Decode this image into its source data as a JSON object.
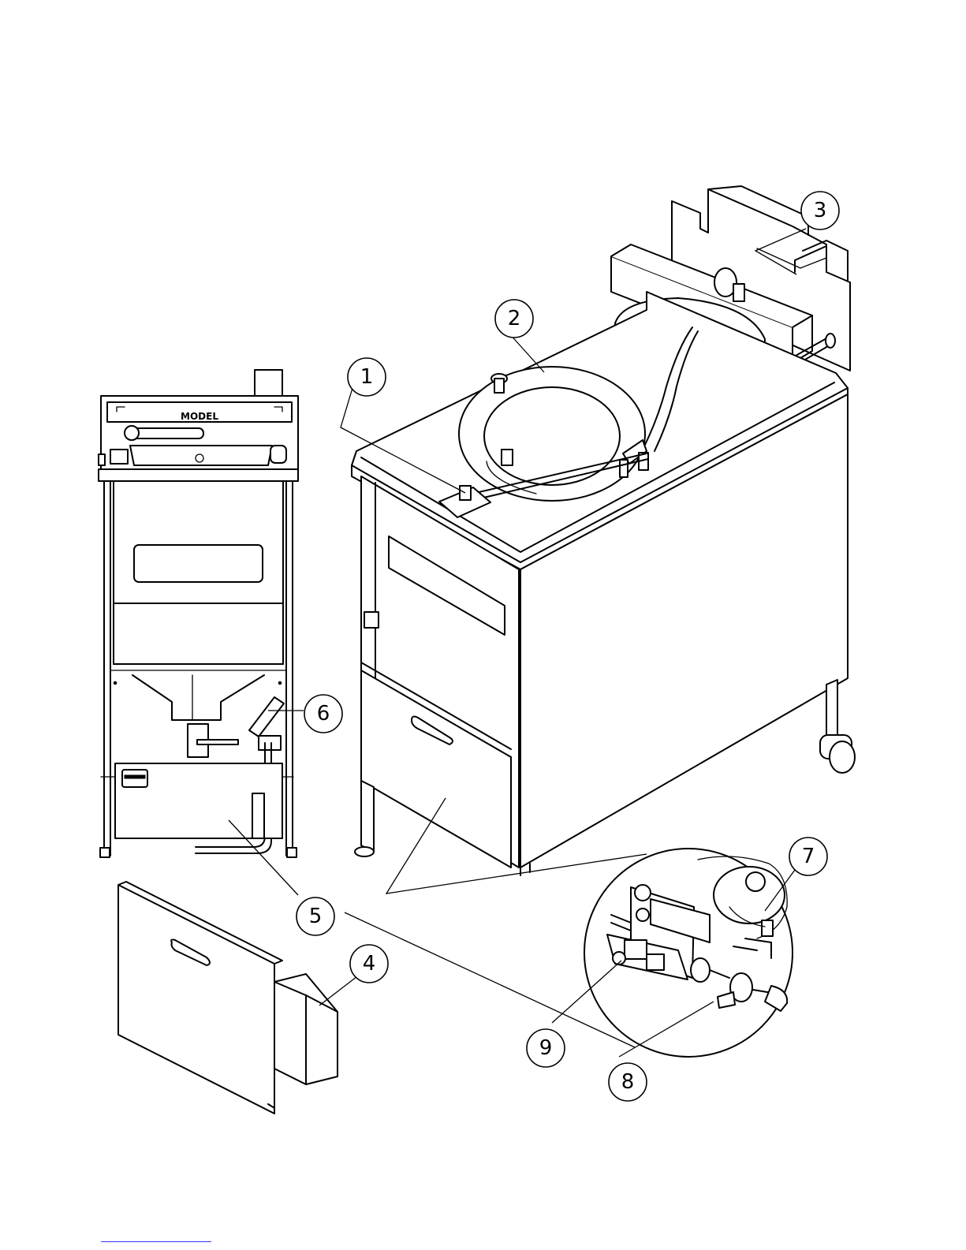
{
  "front_view": {
    "model_label": "MODEL"
  },
  "callouts": [
    {
      "id": "1",
      "label": "1"
    },
    {
      "id": "2",
      "label": "2"
    },
    {
      "id": "3",
      "label": "3"
    },
    {
      "id": "4",
      "label": "4"
    },
    {
      "id": "5",
      "label": "5"
    },
    {
      "id": "6",
      "label": "6"
    },
    {
      "id": "7",
      "label": "7"
    },
    {
      "id": "8",
      "label": "8"
    },
    {
      "id": "9",
      "label": "9"
    }
  ]
}
